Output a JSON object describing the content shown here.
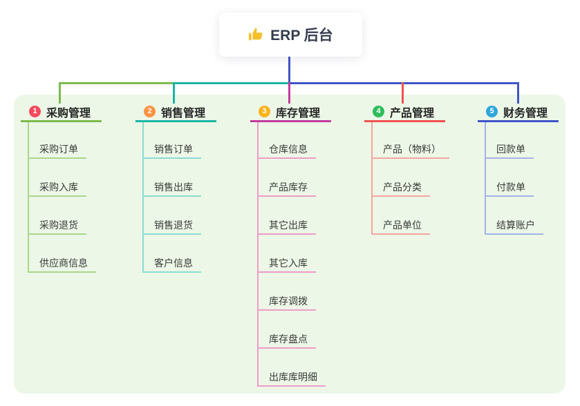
{
  "root": {
    "title": "ERP 后台",
    "icon": "thumbs-up-icon",
    "connector_color": "#4254c7"
  },
  "branches": [
    {
      "badge": "1",
      "label": "采购管理",
      "badge_color": "#f5495c",
      "color": "#7cba4d",
      "color_light": "#abd68c",
      "children": [
        "采购订单",
        "采购入库",
        "采购退货",
        "供应商信息"
      ]
    },
    {
      "badge": "2",
      "label": "销售管理",
      "badge_color": "#fb9242",
      "color": "#1ab5a5",
      "color_light": "#8adcd2",
      "children": [
        "销售订单",
        "销售出库",
        "销售退货",
        "客户信息"
      ]
    },
    {
      "badge": "3",
      "label": "库存管理",
      "badge_color": "#fcb31b",
      "color": "#c43a9f",
      "color_light": "#f19ac8",
      "children": [
        "仓库信息",
        "产品库存",
        "其它出库",
        "其它入库",
        "库存调拨",
        "库存盘点",
        "出库库明细"
      ]
    },
    {
      "badge": "4",
      "label": "产品管理",
      "badge_color": "#2ebd5a",
      "color": "#ef5350",
      "color_light": "#f5a5a0",
      "children": [
        "产品（物料）",
        "产品分类",
        "产品单位"
      ]
    },
    {
      "badge": "5",
      "label": "财务管理",
      "badge_color": "#2ea6dc",
      "color": "#4055c8",
      "color_light": "#a3b3e6",
      "children": [
        "回款单",
        "付款单",
        "结算账户"
      ]
    }
  ],
  "colors": {
    "panel_bg": "#ecf7e7",
    "page_bg": "#ffffff",
    "root_text": "#333b4e",
    "node_text": "#3a3a3a",
    "thumb_icon": "#f5c02a"
  }
}
